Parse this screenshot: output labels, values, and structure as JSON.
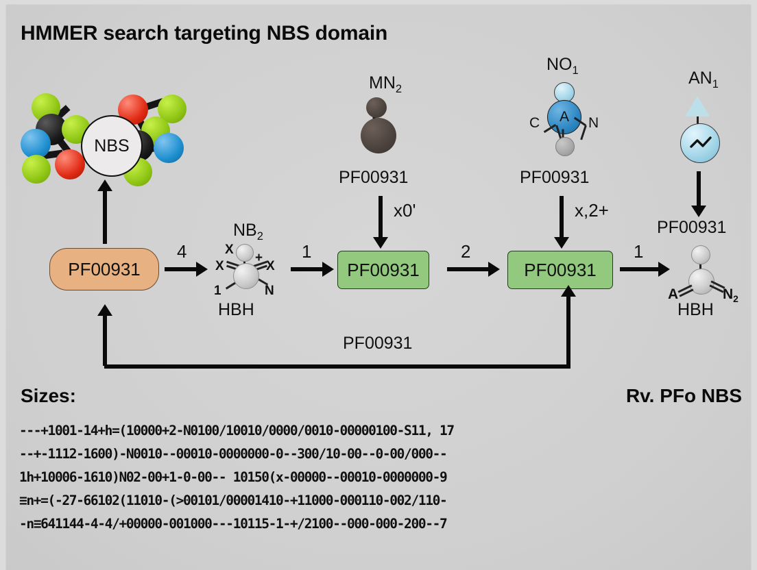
{
  "title": "HMMER search targeting NBS domain",
  "domain_circle": {
    "label": "NBS"
  },
  "nodes": {
    "source_box": {
      "label": "PF00931",
      "color": "#e8b181"
    },
    "green_box_1": {
      "label": "PF00931",
      "color": "#92c97e"
    },
    "green_box_2": {
      "label": "PF00931",
      "color": "#92c97e"
    }
  },
  "molecules": {
    "nb2": {
      "title": "NB2",
      "title_base": "NB",
      "title_sub": "2",
      "caption": "HBH",
      "atom_labels": [
        "X",
        "X",
        "+",
        "X",
        "1",
        "N"
      ]
    },
    "mn2": {
      "title_base": "MN",
      "title_sub": "2",
      "node_label": "PF00931",
      "edge_label": "x0'"
    },
    "no1": {
      "title_base": "NO",
      "title_sub": "1",
      "center_label": "A",
      "left_label": "C",
      "right_label": "N",
      "node_label": "PF00931",
      "edge_label": "x,2+"
    },
    "an1": {
      "title_base": "AN",
      "title_sub": "1",
      "node_label": "PF00931"
    },
    "hbh_right": {
      "caption": "HBH",
      "left_label": "A",
      "right_base": "N",
      "right_sub": "2"
    }
  },
  "edges": {
    "source_to_nb2": "4",
    "nb2_to_green1": "1",
    "green1_to_green2": "2",
    "green2_to_hbh": "1",
    "feedback_label": "PF00931"
  },
  "footer": {
    "sizes_label": "Sizes:",
    "right_label": "Rv. PFo NBS",
    "lines": [
      "---+1001-14+h=(10000+2-N0100/10010/0000/0010-00000100-S11, 17",
      "--+-1112-1600)-N0010--00010-0000000-0--300/10-00--0-00/000--",
      "1h+10006-1610)N02-00+1-0-00--  10150(x-00000--00010-0000000-9",
      "≡n+=(-27-66102(11010-(>00101/00001410-+11000-000110-002/110-",
      "-n≡641144-4-4/+00000-001000---10115-1-+/2100--000-000-200--7"
    ]
  }
}
